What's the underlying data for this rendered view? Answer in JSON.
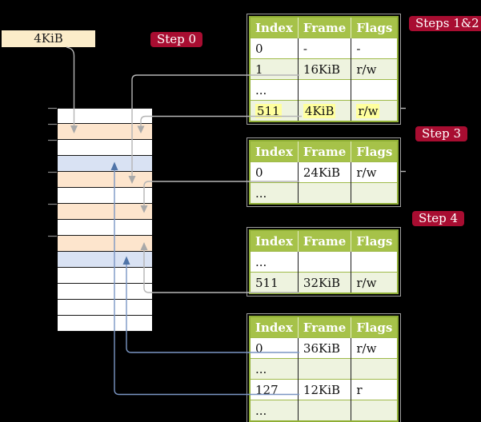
{
  "diagram": {
    "frame_box_label": "4KiB",
    "badges": {
      "step0": "Step 0",
      "steps12": "Steps 1&2",
      "step3": "Step 3",
      "step4": "Step 4"
    },
    "memory": {
      "rows": [
        "white",
        "peach",
        "white",
        "blue",
        "peach",
        "white",
        "peach",
        "white",
        "peach",
        "blue",
        "white",
        "white",
        "white",
        "white"
      ]
    },
    "tables": [
      {
        "name": "page-table-steps-1-2",
        "headers": [
          "Index",
          "Frame",
          "Flags"
        ],
        "rows": [
          {
            "cells": [
              "0",
              "-",
              "-"
            ],
            "bg": "white",
            "highlight": false
          },
          {
            "cells": [
              "1",
              "16KiB",
              "r/w"
            ],
            "bg": "green",
            "highlight": false
          },
          {
            "cells": [
              "...",
              "",
              ""
            ],
            "bg": "white",
            "highlight": false
          },
          {
            "cells": [
              "511",
              "4KiB",
              "r/w"
            ],
            "bg": "green",
            "highlight": true
          }
        ]
      },
      {
        "name": "page-table-step-3",
        "headers": [
          "Index",
          "Frame",
          "Flags"
        ],
        "rows": [
          {
            "cells": [
              "0",
              "24KiB",
              "r/w"
            ],
            "bg": "white",
            "highlight": false
          },
          {
            "cells": [
              "...",
              "",
              ""
            ],
            "bg": "green",
            "highlight": false
          }
        ]
      },
      {
        "name": "page-table-step-4",
        "headers": [
          "Index",
          "Frame",
          "Flags"
        ],
        "rows": [
          {
            "cells": [
              "...",
              "",
              ""
            ],
            "bg": "white",
            "highlight": false
          },
          {
            "cells": [
              "511",
              "32KiB",
              "r/w"
            ],
            "bg": "green",
            "highlight": false
          }
        ]
      },
      {
        "name": "page-table-final",
        "headers": [
          "Index",
          "Frame",
          "Flags"
        ],
        "rows": [
          {
            "cells": [
              "0",
              "36KiB",
              "r/w"
            ],
            "bg": "white",
            "highlight": false
          },
          {
            "cells": [
              "...",
              "",
              ""
            ],
            "bg": "green",
            "highlight": false
          },
          {
            "cells": [
              "127",
              "12KiB",
              "r"
            ],
            "bg": "white",
            "highlight": false
          },
          {
            "cells": [
              "...",
              "",
              ""
            ],
            "bg": "green",
            "highlight": false
          }
        ]
      }
    ],
    "connectors": [
      {
        "from": "frame-4kib-box",
        "to": "memory-row-2",
        "color": "gray"
      },
      {
        "from": "table1-row-1-16KiB",
        "to": "memory-row-5",
        "color": "gray"
      },
      {
        "from": "table1-row-511-4KiB",
        "to": "memory-row-2",
        "color": "gray"
      },
      {
        "from": "table2-row-0-24KiB",
        "to": "memory-row-7",
        "color": "gray"
      },
      {
        "from": "table3-row-511-32KiB",
        "to": "memory-row-9",
        "color": "gray"
      },
      {
        "from": "table4-row-0-36KiB",
        "to": "memory-row-10",
        "color": "blue"
      },
      {
        "from": "table4-row-127-12KiB",
        "to": "memory-row-4",
        "color": "blue"
      }
    ],
    "colors": {
      "background": "#000000",
      "badge": "#a80d31",
      "table_header": "#a6c249",
      "table_border": "#8fae35",
      "row_green": "#eef3df",
      "highlight": "#ffff9e",
      "frame_box": "#fbecc9",
      "mem_peach": "#fde5cd",
      "mem_blue": "#d9e2f3",
      "line_gray": "#b5b5b5",
      "line_blue": "#7b96c4"
    }
  }
}
